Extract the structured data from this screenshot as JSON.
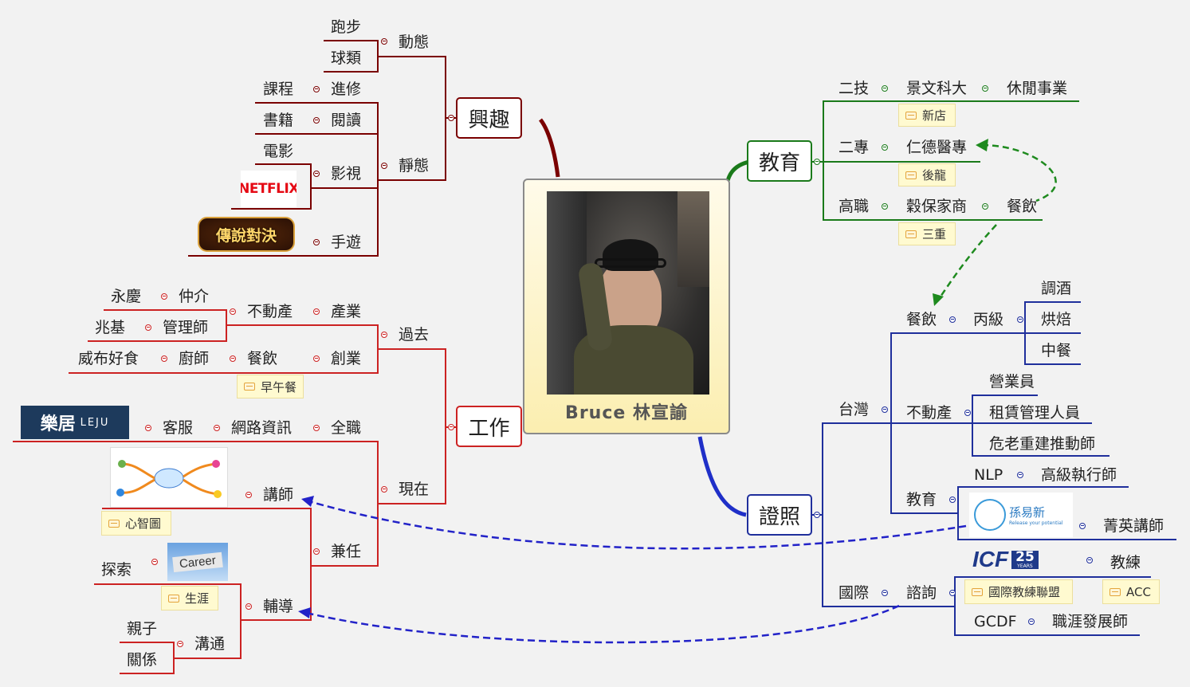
{
  "center": {
    "name": "Bruce  林宣諭"
  },
  "colors": {
    "interest": "#7a0000",
    "work": "#cc2222",
    "education": "#1a7a1a",
    "license": "#1f2f9c",
    "arrow_green": "#1e8a1e",
    "arrow_blue": "#2222c8"
  },
  "topics": {
    "interest": "興趣",
    "work": "工作",
    "education": "教育",
    "license": "證照"
  },
  "interest": {
    "dynamic": "動態",
    "running": "跑步",
    "ball": "球類",
    "static": "靜態",
    "study": "進修",
    "course": "課程",
    "reading": "閱讀",
    "books": "書籍",
    "video": "影視",
    "movie": "電影",
    "netflix": "NETFLIX",
    "mobile_game": "手遊",
    "game_logo": "傳說對決"
  },
  "work": {
    "past": "過去",
    "industry": "產業",
    "real_estate": "不動產",
    "agent": "仲介",
    "yongqing": "永慶",
    "manager": "管理師",
    "zhaoji": "兆基",
    "startup": "創業",
    "catering": "餐飲",
    "chef": "廚師",
    "weifu": "威布好食",
    "brunch": "早午餐",
    "present": "現在",
    "fulltime": "全職",
    "net_info": "網路資訊",
    "service": "客服",
    "leju": "樂居",
    "leju_sub": "LEJU",
    "parttime": "兼任",
    "lecturer": "講師",
    "mindmap": "心智圖",
    "counsel": "輔導",
    "explore": "探索",
    "career_img": "Career",
    "career": "生涯",
    "communicate": "溝通",
    "parent_child": "親子",
    "relation": "關係"
  },
  "education": {
    "two_tech": "二技",
    "jingwen": "景文科大",
    "leisure": "休閒事業",
    "xindian": "新店",
    "two_college": "二專",
    "rende": "仁德醫專",
    "houlong": "後龍",
    "vocational": "高職",
    "gubao": "穀保家商",
    "food": "餐飲",
    "sanchong": "三重"
  },
  "license": {
    "taiwan": "台灣",
    "food": "餐飲",
    "level_c": "丙級",
    "bartend": "調酒",
    "bake": "烘焙",
    "chinese": "中餐",
    "real_estate": "不動產",
    "sales": "營業員",
    "lease": "租賃管理人員",
    "rebuild": "危老重建推動師",
    "edu": "教育",
    "nlp": "NLP",
    "exec": "高級執行師",
    "sun_logo": "孫易新",
    "sun_sub": "Release your potential",
    "elite": "菁英講師",
    "intl": "國際",
    "consult": "諮詢",
    "icf": "ICF",
    "icf_25": "25",
    "icf_years": "YEARS",
    "coach": "教練",
    "icf_note": "國際教練聯盟",
    "acc": "ACC",
    "gcdf": "GCDF",
    "career_dev": "職涯發展師"
  }
}
